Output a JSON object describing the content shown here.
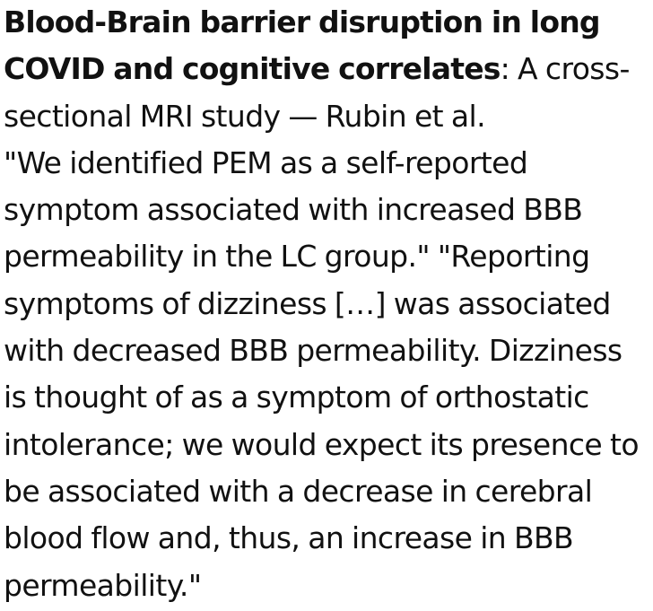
{
  "post": {
    "title": "Blood-Brain barrier disruption in long COVID and cognitive correlates",
    "subtitle": ": A cross-sectional MRI study — Rubin et al.",
    "quote": "\"We identified PEM as a self-reported symptom associated with increased BBB permeability in the LC group.\" \"Reporting symptoms of dizziness […] was associated with decreased BBB permeability. Dizziness is thought of as a symptom of orthostatic intolerance; we would expect its presence to be associated with a decrease in cerebral blood flow and, thus, an increase in BBB permeability.\""
  }
}
